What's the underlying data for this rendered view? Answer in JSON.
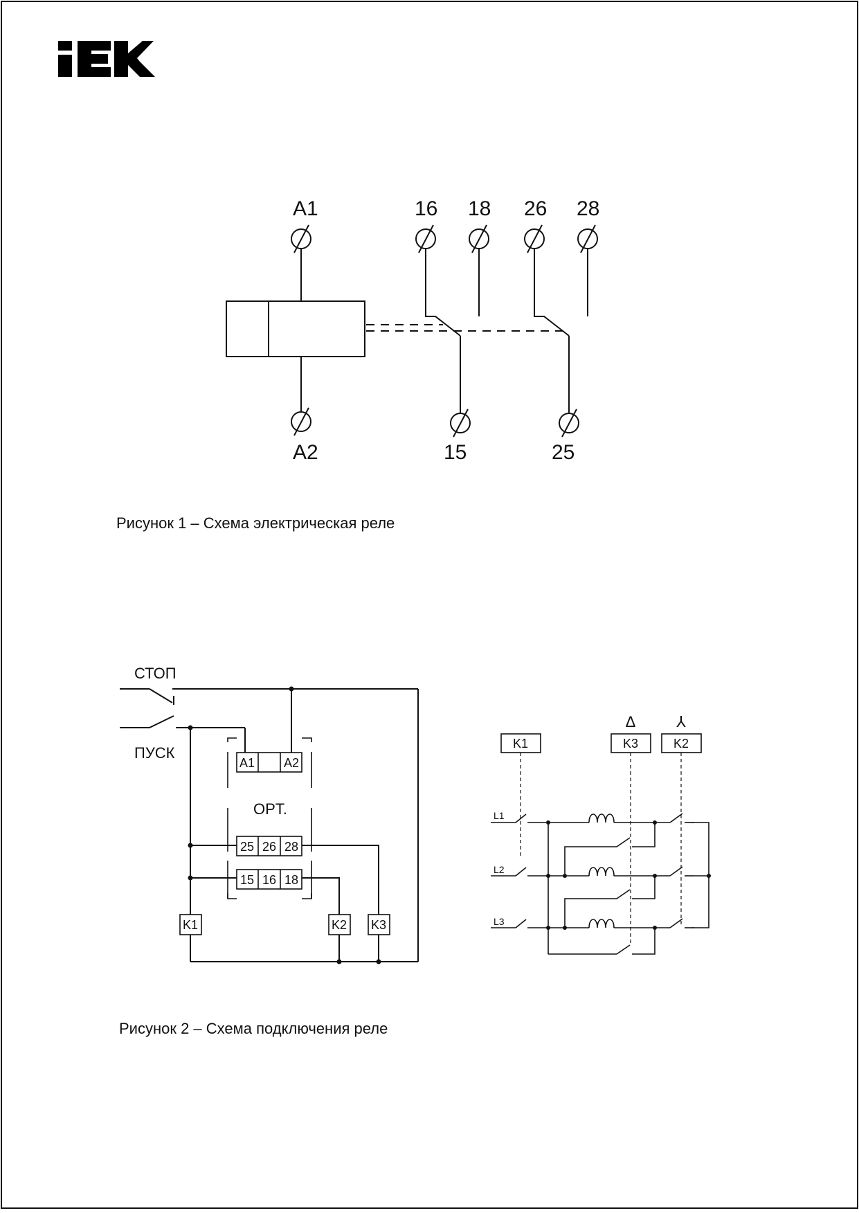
{
  "brand": {
    "logo_text": "IEK",
    "color": "#000000"
  },
  "figure1": {
    "terminals": {
      "a1": "A1",
      "a2": "A2",
      "t16": "16",
      "t18": "18",
      "t26": "26",
      "t28": "28",
      "t15": "15",
      "t25": "25"
    },
    "caption": "Рисунок 1 – Схема электрическая реле"
  },
  "figure2": {
    "control": {
      "stop_label": "СТОП",
      "start_label": "ПУСК",
      "opt_label": "OPT.",
      "coil_row": [
        "A1",
        "",
        "A2"
      ],
      "contacts_upper": [
        "25",
        "26",
        "28"
      ],
      "contacts_lower": [
        "15",
        "16",
        "18"
      ],
      "coils": {
        "k1": "K1",
        "k2": "K2",
        "k3": "K3"
      }
    },
    "power": {
      "contactors": {
        "k1": "K1",
        "k3": "K3",
        "k2": "K2"
      },
      "delta_symbol": "Δ",
      "star_symbol": "⅄",
      "phases": [
        "L1",
        "L2",
        "L3"
      ]
    },
    "caption": "Рисунок 2 – Схема подключения реле"
  }
}
